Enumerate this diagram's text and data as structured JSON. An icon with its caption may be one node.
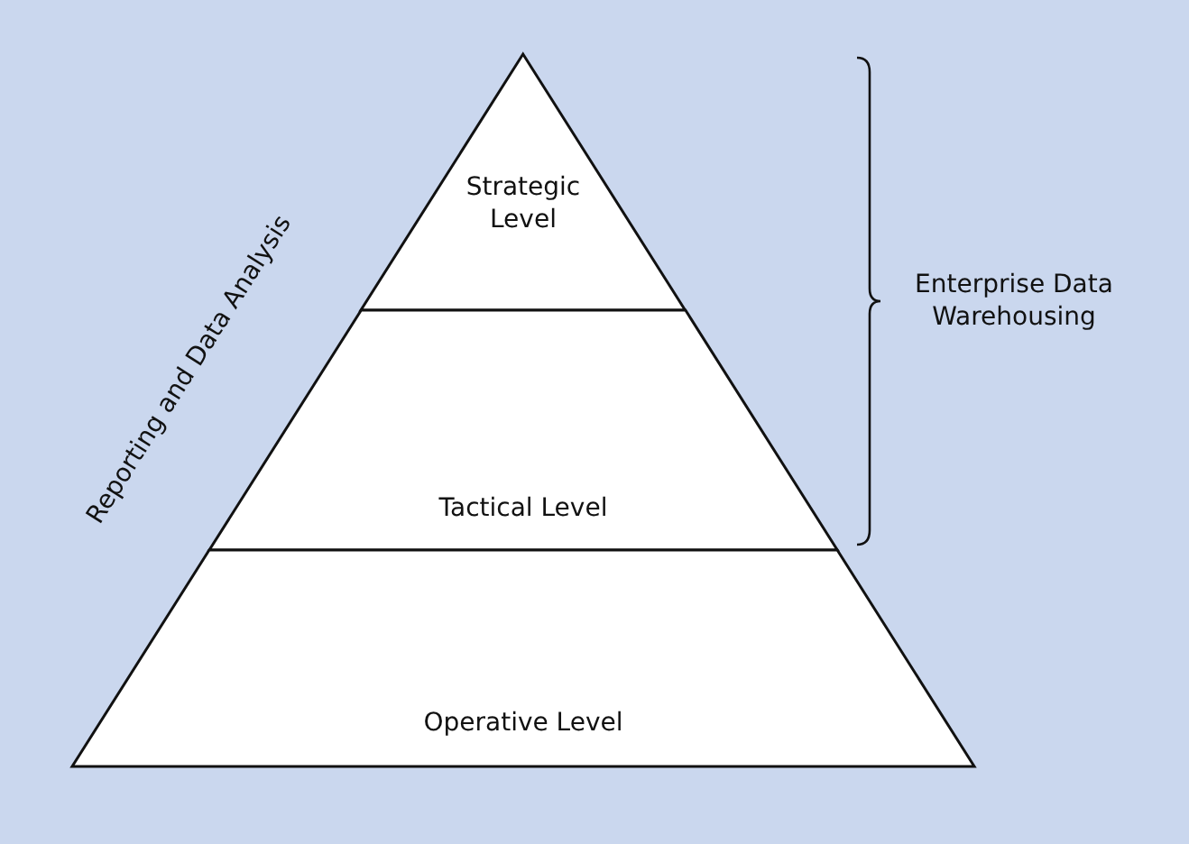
{
  "diagram": {
    "nodes": [
      {
        "text": [
          "Strategic Level"
        ]
      },
      {
        "text": [
          "Tactical Level"
        ]
      },
      {
        "text": [
          "Operative Level"
        ]
      }
    ],
    "labels": [
      "Reporting and Data Analysis",
      "Enterprise Data Warehousing"
    ]
  }
}
